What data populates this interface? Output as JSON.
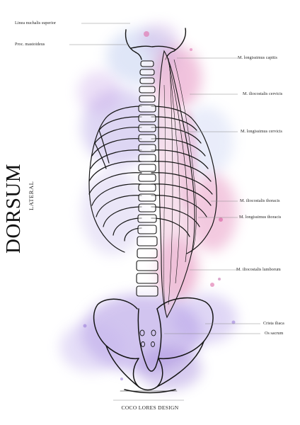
{
  "poster": {
    "title": "DORSUM",
    "subtitle": "LATERAL",
    "credit": "COCO LORES DESIGN"
  },
  "labels_left": [
    {
      "text": "Linea nuchalis superior"
    },
    {
      "text": "Proc. mastoideus"
    }
  ],
  "labels_right": [
    {
      "text": "M. longissimus capitis"
    },
    {
      "text": "M. iliocostalis cervicis"
    },
    {
      "text": "M. longissimus cervicis"
    },
    {
      "text": "M.  iliocostalis thoracis"
    },
    {
      "text": "M. longissimus thoracis"
    },
    {
      "text": "M. iliocostalis lumborum"
    },
    {
      "text": "Crista iliaca"
    },
    {
      "text": "Os sacrum"
    }
  ],
  "colors": {
    "ink": "#111111",
    "watercolor_pink": "#d9579b",
    "watercolor_purple": "#8f7ad6",
    "watercolor_blue": "#9fb6e8"
  }
}
